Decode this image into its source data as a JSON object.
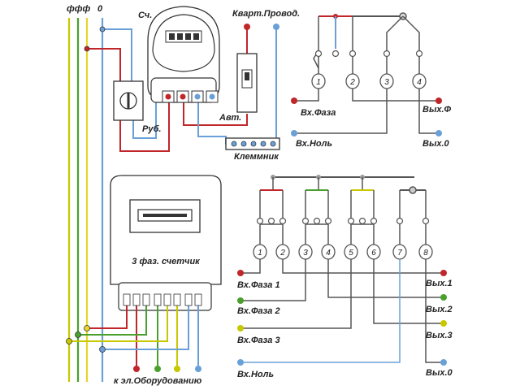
{
  "top_labels": {
    "phases": "ффф",
    "neutral": "0",
    "meter": "Сч.",
    "apartment_wiring": "Кварт.Провод.",
    "switch": "Руб.",
    "breaker": "Авт.",
    "terminal_block": "Клеммник"
  },
  "single_phase_diagram": {
    "contacts": [
      "1",
      "2",
      "3",
      "4"
    ],
    "in_phase": "Вх.Фаза",
    "out_phase": "Вых.Ф",
    "in_neutral": "Вх.Ноль",
    "out_neutral": "Вых.0"
  },
  "three_phase_meter": {
    "label": "3 фаз. счетчик",
    "equipment": "к эл.Оборудованию"
  },
  "three_phase_diagram": {
    "contacts": [
      "1",
      "2",
      "3",
      "4",
      "5",
      "6",
      "7",
      "8"
    ],
    "in_phase_1": "Вх.Фаза 1",
    "in_phase_2": "Вх.Фаза 2",
    "in_phase_3": "Вх.Фаза 3",
    "in_neutral": "Вх.Ноль",
    "out_1": "Вых.1",
    "out_2": "Вых.2",
    "out_3": "Вых.3",
    "out_0": "Вых.0"
  },
  "colors": {
    "phase_a": "#c8c800",
    "phase_b": "#4aa02c",
    "phase_c": "#e6d52a",
    "phase_red": "#c0262a",
    "neutral": "#6aa0d8",
    "wire_dark": "#555555"
  }
}
